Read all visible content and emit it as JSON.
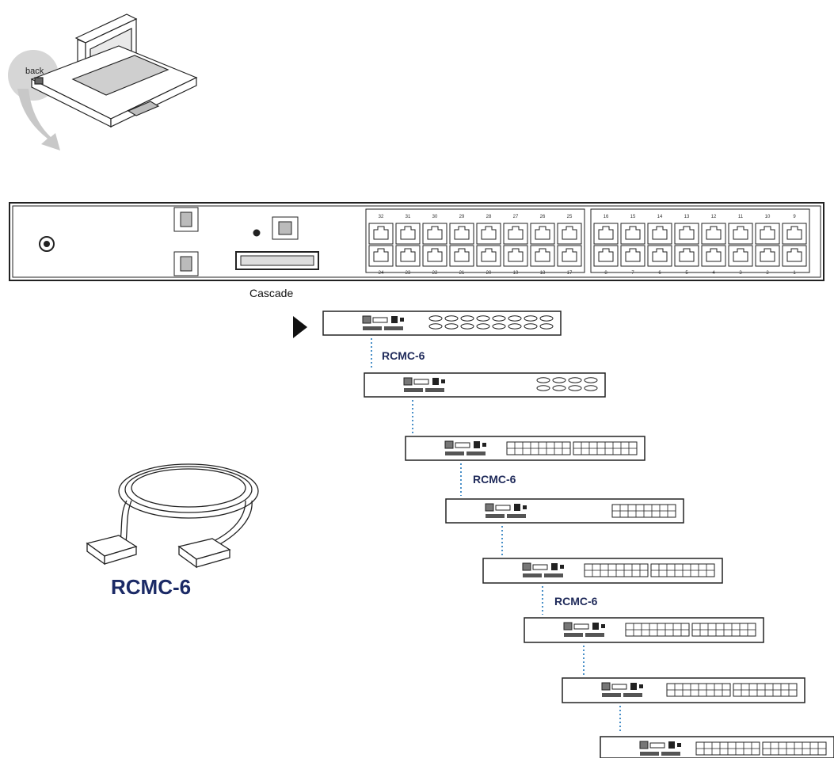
{
  "back_label": "back",
  "cascade_port_label": "Cascade",
  "link_labels": [
    "RCMC-6",
    "RCMC-6",
    "RCMC-6"
  ],
  "cable_caption": "RCMC-6",
  "main_panel": {
    "top_port_numbers": [
      "32",
      "31",
      "30",
      "29",
      "28",
      "27",
      "26",
      "25",
      "16",
      "15",
      "14",
      "13",
      "12",
      "11",
      "10",
      "9"
    ],
    "bottom_port_numbers": [
      "24",
      "23",
      "22",
      "21",
      "20",
      "19",
      "18",
      "17",
      "8",
      "7",
      "6",
      "5",
      "4",
      "3",
      "2",
      "1"
    ]
  },
  "cascaded_units": [
    "16-port DB",
    "8-port DB",
    "32-port RJ45",
    "16-port RJ45",
    "32-port RJ45",
    "32-port RJ45",
    "32-port RJ45",
    "32-port RJ45"
  ],
  "colors": {
    "line": "#222222",
    "link": "#4a90c8",
    "text": "#1f2a5a"
  }
}
